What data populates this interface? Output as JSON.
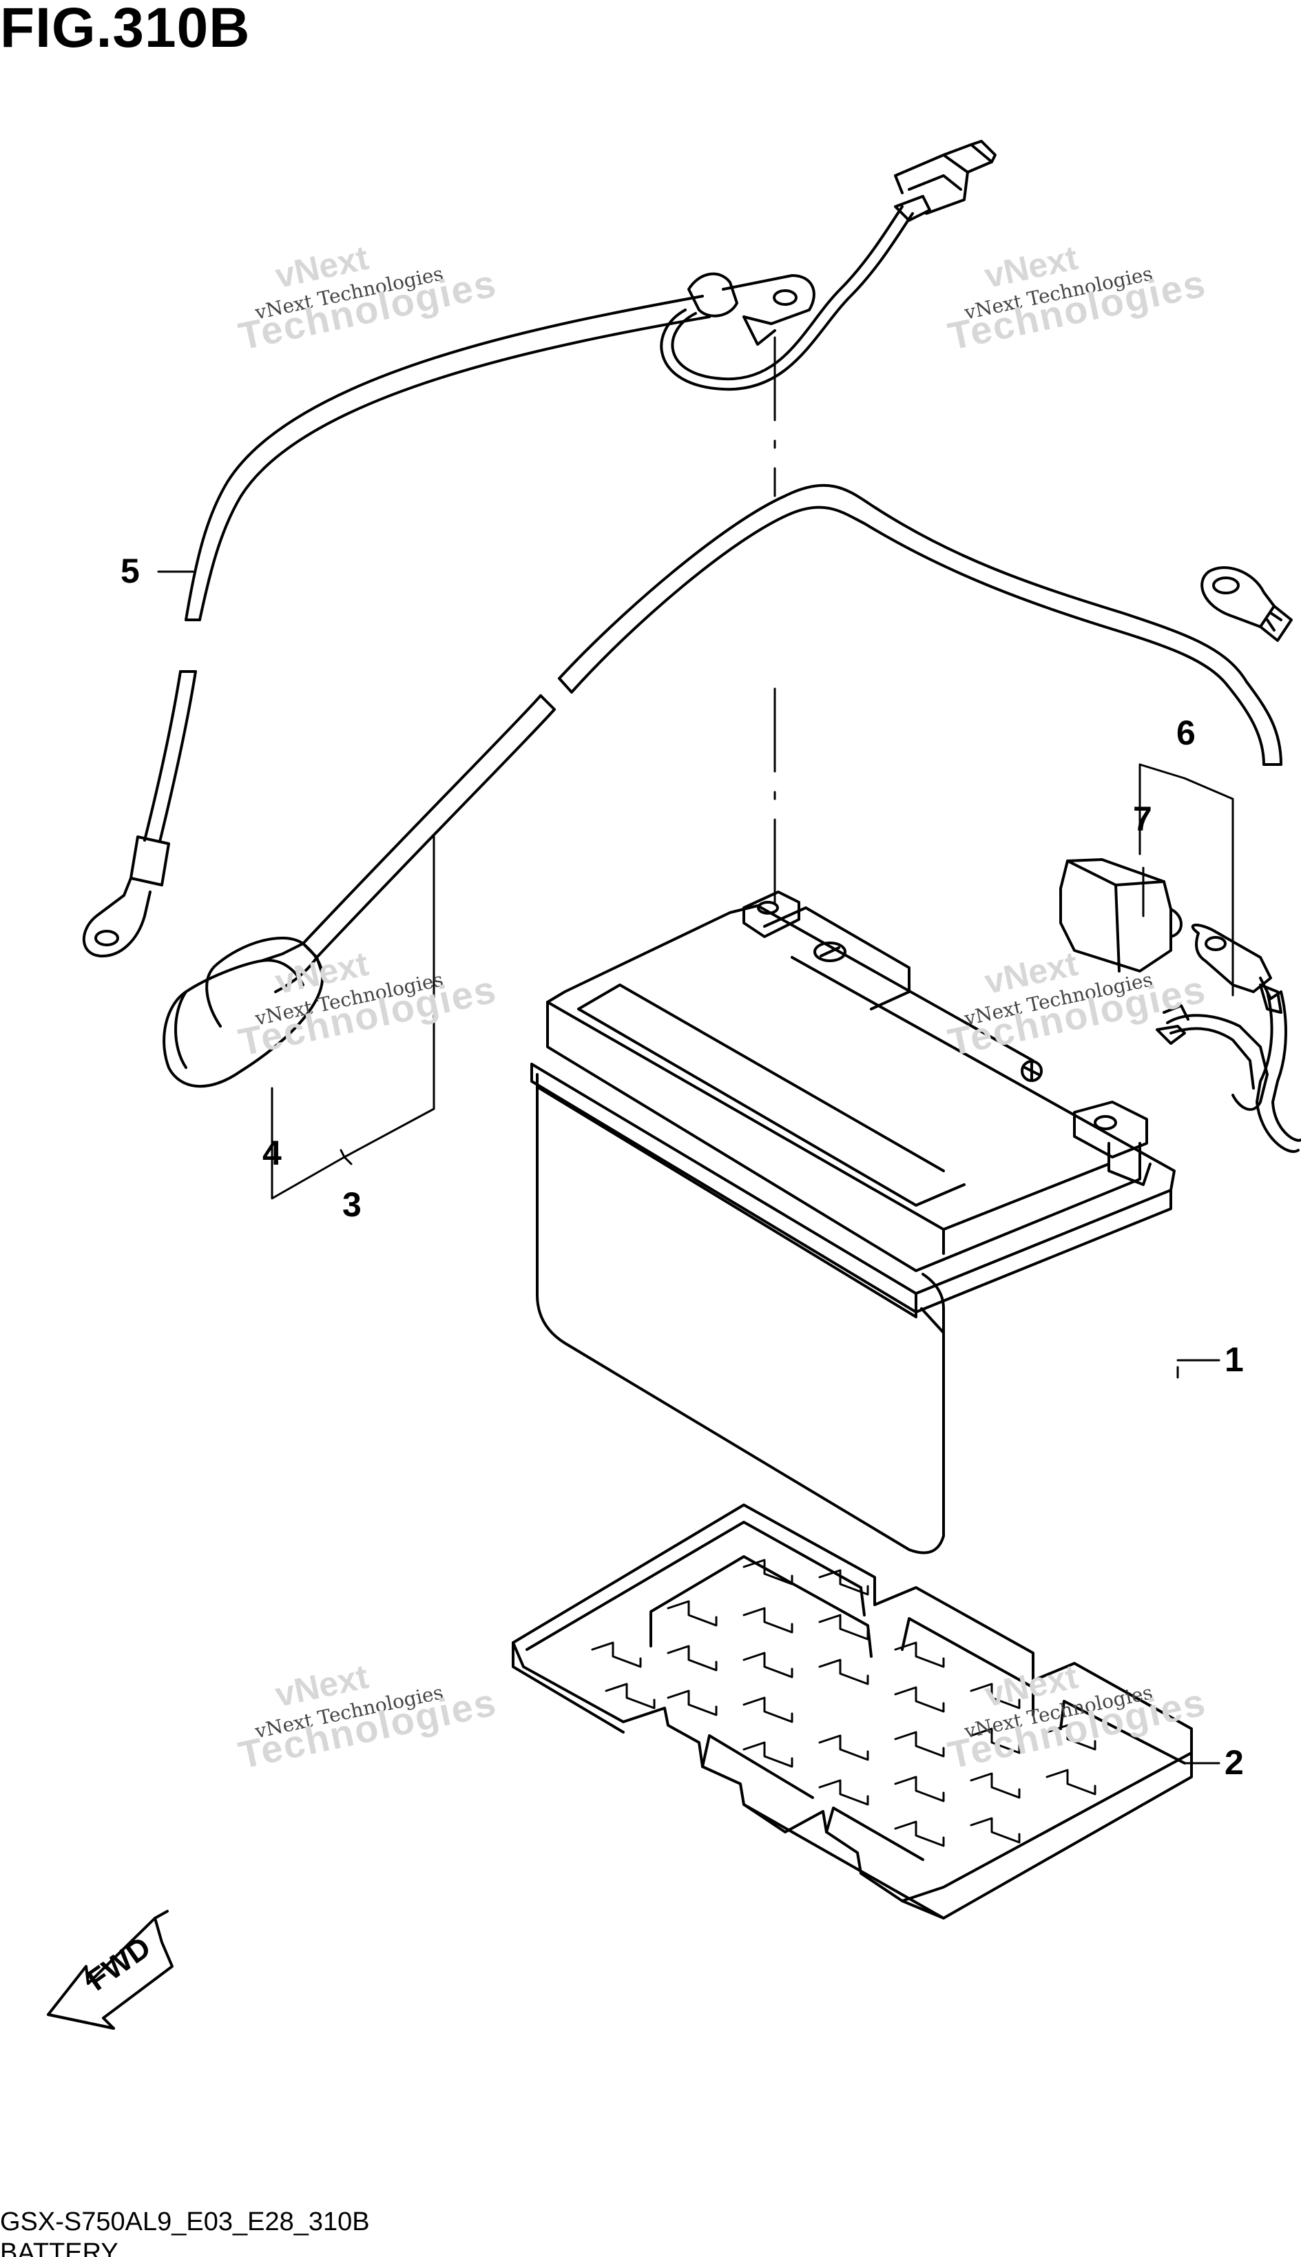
{
  "title": "FIG.310B",
  "callouts": [
    "1",
    "2",
    "3",
    "4",
    "5",
    "6",
    "7"
  ],
  "watermark": {
    "line1": "vNext Technologies",
    "line2": "Technologies",
    "line3": "vNext"
  },
  "fwd": "FWD",
  "code": "GSX-S750AL9_E03_E28_310B",
  "caption": "BATTERY",
  "colors": {
    "ink": "#000000",
    "watermark": "#d7d7d7"
  },
  "icons": {
    "fwd": "forward-direction-arrow-icon"
  }
}
